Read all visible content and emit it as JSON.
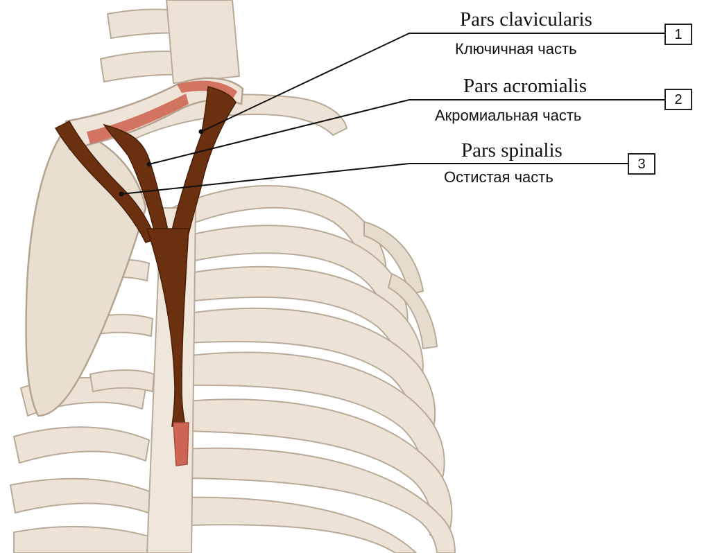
{
  "labels": [
    {
      "number": "1",
      "latin": "Pars clavicularis",
      "russian": "Ключичная часть"
    },
    {
      "number": "2",
      "latin": "Pars acromialis",
      "russian": "Акромиальная часть"
    },
    {
      "number": "3",
      "latin": "Pars spinalis",
      "russian": "Остистая часть"
    }
  ],
  "colors": {
    "bone": "#ece3d6",
    "bone_outline": "#b9aa98",
    "muscle": "#6a300f",
    "attachment": "#cf6655",
    "leader_line": "#111111"
  }
}
